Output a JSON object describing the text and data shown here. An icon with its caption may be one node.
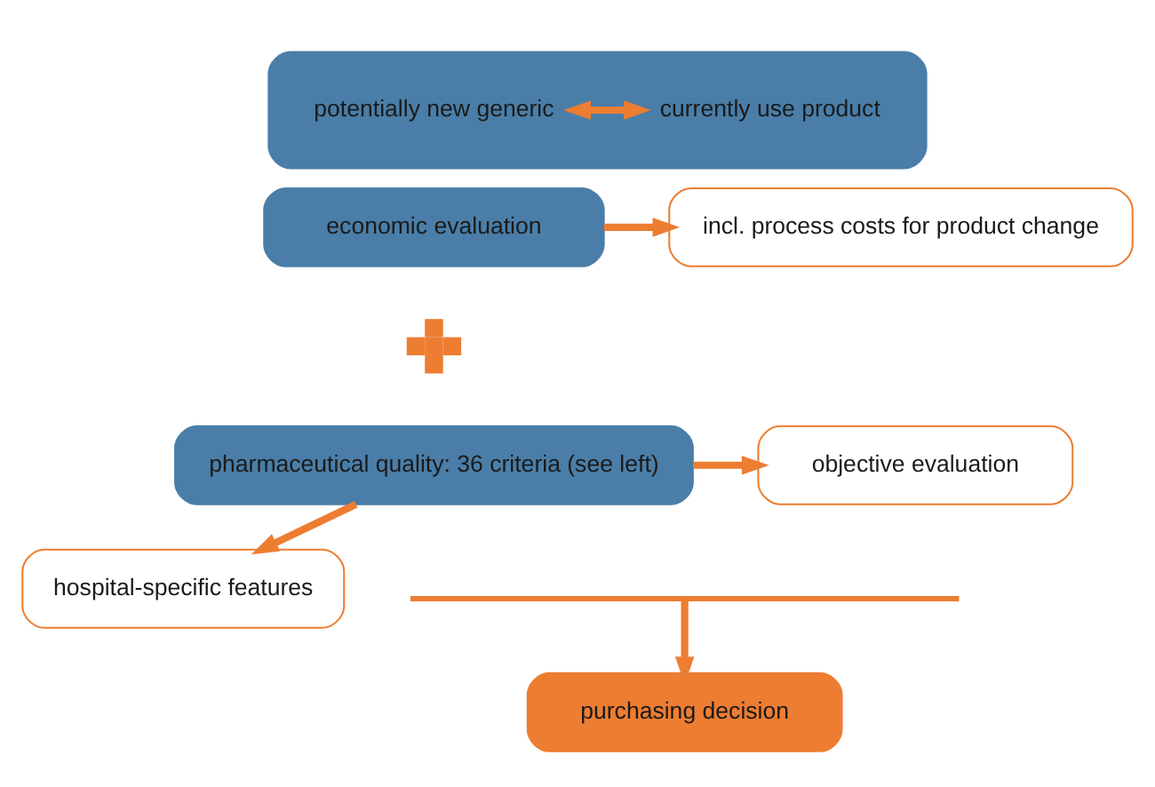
{
  "diagram": {
    "nodes": [
      {
        "text": [],
        "shape": "box"
      },
      {
        "text": [
          "potentially new generic"
        ],
        "in": 0
      },
      {
        "text": [
          "currently use product"
        ],
        "in": 0
      },
      {
        "text": [
          "economic evaluation"
        ]
      },
      {
        "text": [
          "incl. process costs for product change"
        ]
      },
      {
        "text": [],
        "shape": "plus"
      },
      {
        "text": [
          "pharmaceutical quality: 36 criteria (see left)"
        ]
      },
      {
        "text": [
          "objective evaluation"
        ]
      },
      {
        "text": [
          "hospital-specific features"
        ]
      },
      {
        "text": [],
        "shape": "brace"
      },
      {
        "text": [
          "purchasing decision"
        ]
      }
    ],
    "edges": [
      {
        "from": 1,
        "to": 2,
        "arrow": "both"
      },
      {
        "from": 3,
        "to": 4,
        "arrow": "to"
      },
      {
        "from": 6,
        "to": 7,
        "arrow": "to"
      },
      {
        "from": 6,
        "to": 8,
        "arrow": "to"
      },
      {
        "from": 9,
        "to": 10,
        "arrow": "to"
      }
    ]
  }
}
